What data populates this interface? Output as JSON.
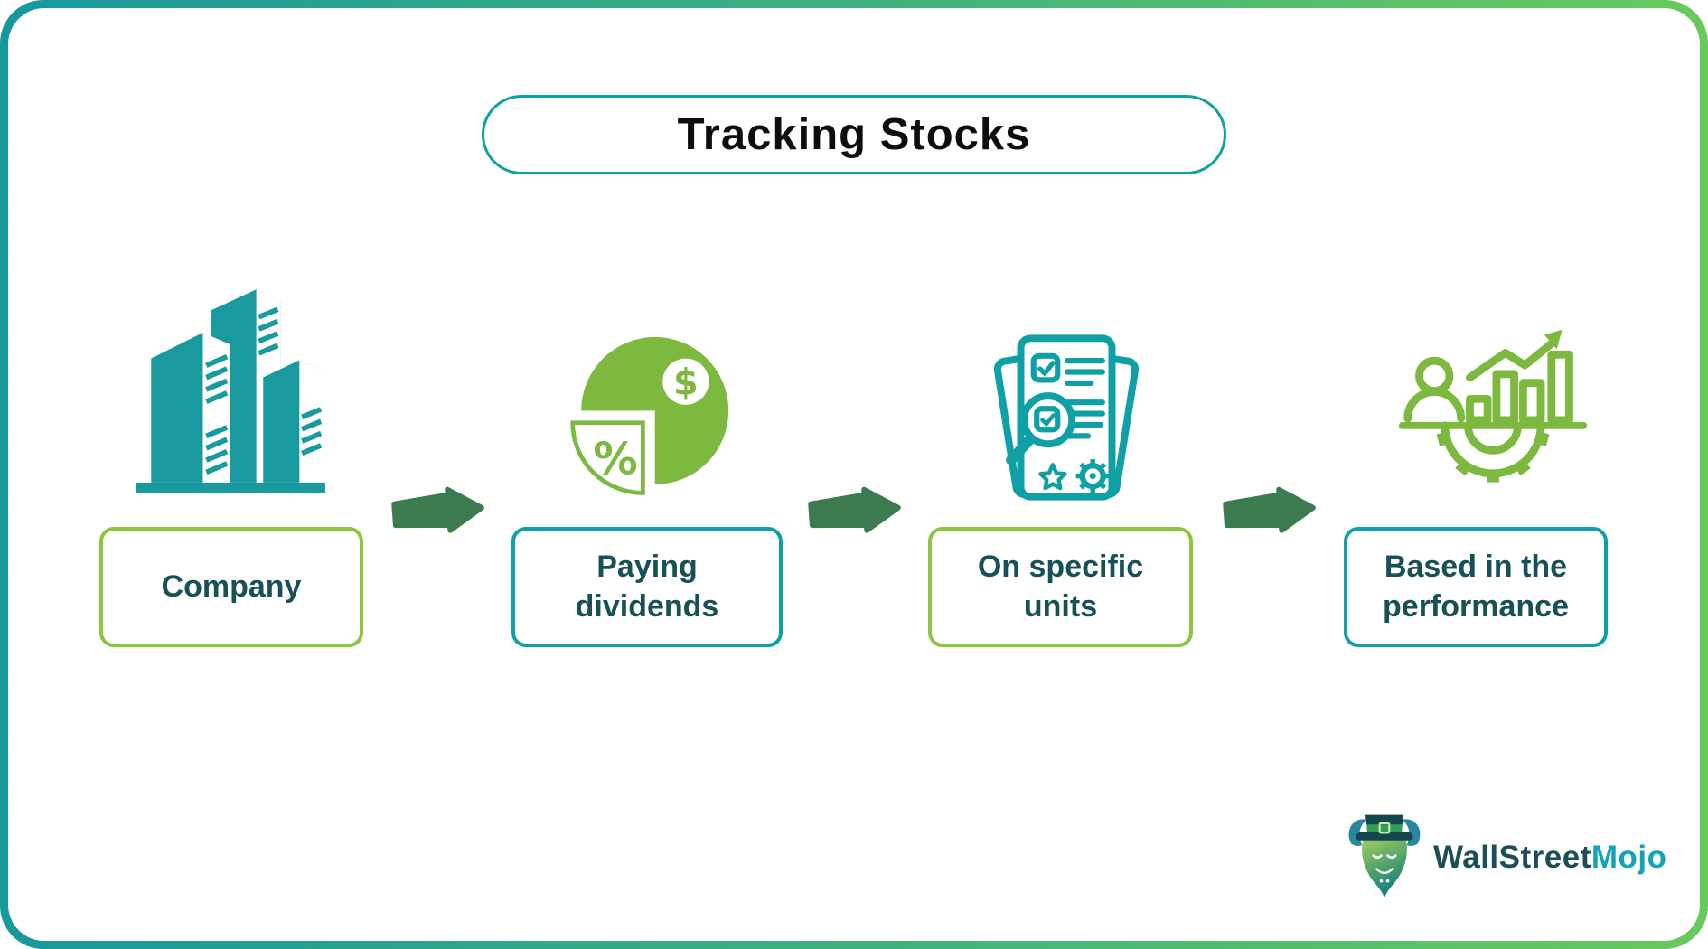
{
  "title": "Tracking Stocks",
  "steps": [
    {
      "label": "Company",
      "icon": "buildings-icon",
      "border_color": "#8CC63F"
    },
    {
      "label": "Paying dividends",
      "icon": "dividends-pie-icon",
      "border_color": "#0FA0A6"
    },
    {
      "label": "On specific units",
      "icon": "document-review-icon",
      "border_color": "#8CC63F"
    },
    {
      "label": "Based in the performance",
      "icon": "performance-gear-icon",
      "border_color": "#0FA0A6"
    }
  ],
  "symbols": {
    "dollar": "$",
    "percent": "%"
  },
  "brand": {
    "primary": "WallStreet",
    "secondary": "Mojo",
    "icon": "bull-mascot-icon"
  },
  "colors": {
    "teal": "#0FA0A6",
    "green": "#8CC63F",
    "icon_green": "#7EB93F",
    "arrow_green": "#3C7B50",
    "label_text": "#175157",
    "title_text": "#0D0D0D",
    "brand_dark": "#1D4E56",
    "brand_cyan": "#14A3B4",
    "frame_start": "#17989D",
    "frame_end": "#68CA5D",
    "building_teal": "#189A9E"
  }
}
